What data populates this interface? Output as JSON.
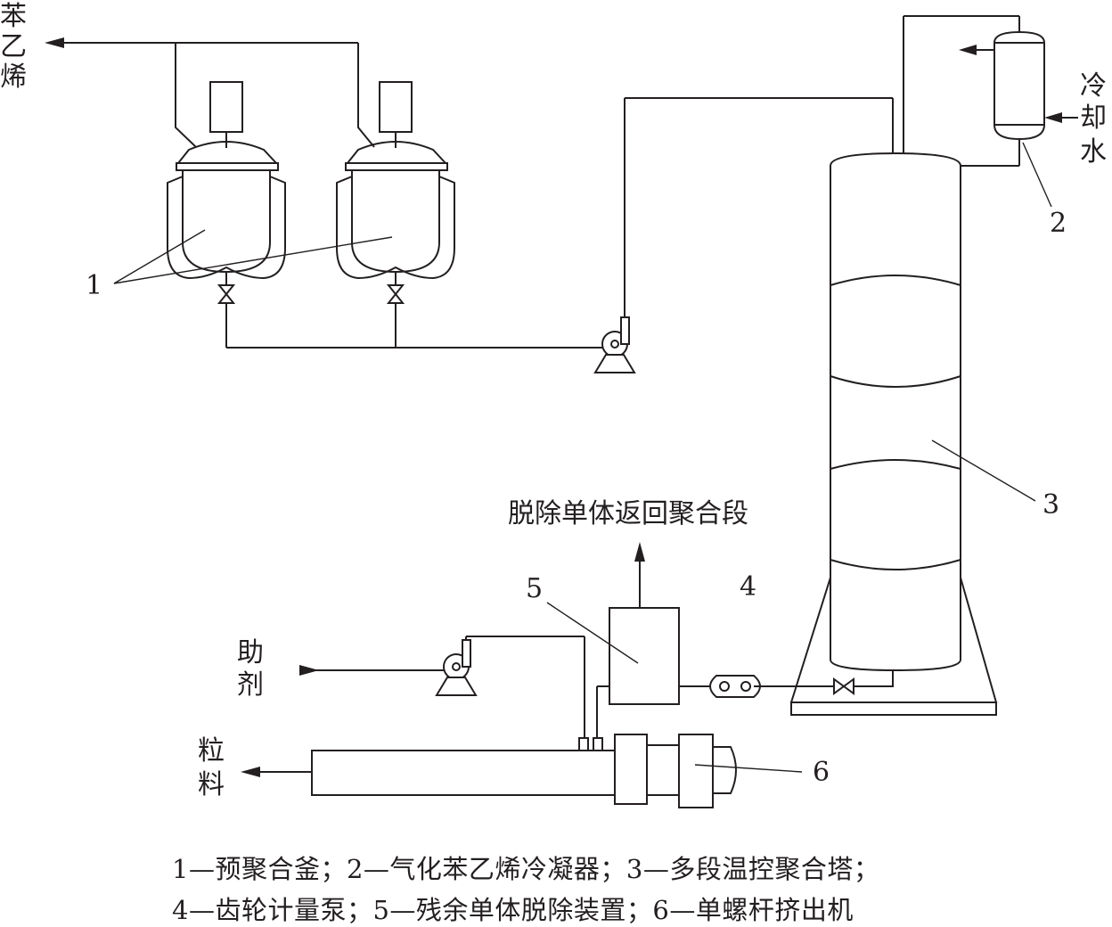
{
  "labels": {
    "styrene": [
      "苯",
      "乙",
      "烯"
    ],
    "cooling_water": [
      "冷",
      "却",
      "水"
    ],
    "additive": [
      "助",
      "剂"
    ],
    "pellets": [
      "粒",
      "料"
    ],
    "monomer_return": "脱除单体返回聚合段",
    "n1": "1",
    "n2": "2",
    "n3": "3",
    "n4": "4",
    "n5": "5",
    "n6": "6"
  },
  "caption": {
    "line1": "1—预聚合釜；2—气化苯乙烯冷凝器；3—多段温控聚合塔；",
    "line2": "4—齿轮计量泵；5—残余单体脱除装置；6—单螺杆挤出机"
  }
}
